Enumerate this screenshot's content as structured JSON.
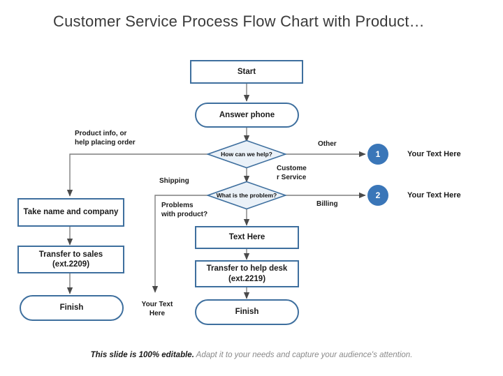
{
  "slide": {
    "title": "Customer Service Process Flow Chart with Product…",
    "footer_bold": "This slide is 100% editable.",
    "footer_rest": " Adapt it to your needs and capture your audience's attention."
  },
  "colors": {
    "node_border": "#3e6f9e",
    "node_fill": "#ffffff",
    "diamond_fill": "#eaf1f8",
    "bullet_fill": "#3a76b8",
    "connector": "#7f7f7f",
    "title_text": "#3a3a3a",
    "footer_text": "#8a8a8a"
  },
  "nodes": {
    "start": {
      "label": "Start",
      "shape": "rect"
    },
    "answer_phone": {
      "label": "Answer phone",
      "shape": "stadium"
    },
    "decision_1": {
      "label": "How can we help?",
      "shape": "diamond"
    },
    "decision_2": {
      "label": "What is the problem?",
      "shape": "diamond"
    },
    "take_name": {
      "label": "Take name and company",
      "shape": "rect"
    },
    "transfer_sales": {
      "label": "Transfer to sales (ext.2209)",
      "shape": "rect"
    },
    "finish_left": {
      "label": "Finish",
      "shape": "stadium"
    },
    "text_here": {
      "label": "Text Here",
      "shape": "rect"
    },
    "transfer_help_desk": {
      "label": "Transfer to help desk (ext.2219)",
      "shape": "rect"
    },
    "finish_right": {
      "label": "Finish",
      "shape": "stadium"
    }
  },
  "edge_labels": {
    "product_info": "Product info, or\nhelp placing order",
    "other": "Other",
    "customer_service": "Custome\nr Service",
    "shipping": "Shipping",
    "billing": "Billing",
    "problems_with_product": "Problems\nwith product?",
    "your_text_here_branch": "Your Text\nHere"
  },
  "bullets": [
    {
      "number": "1",
      "text": "Your Text Here"
    },
    {
      "number": "2",
      "text": "Your Text Here"
    }
  ]
}
